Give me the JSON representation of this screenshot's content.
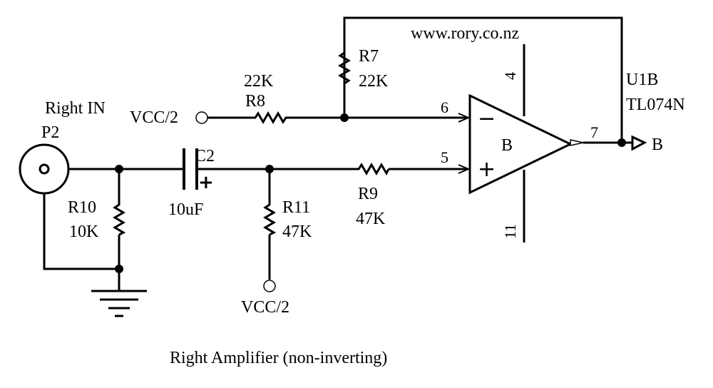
{
  "website": "www.rory.co.nz",
  "caption": "Right Amplifier (non-inverting)",
  "connector": {
    "ref": "P2",
    "label": "Right IN"
  },
  "output": {
    "label": "B",
    "pin": "7"
  },
  "opamp": {
    "ref": "U1B",
    "part": "TL074N",
    "unit": "B",
    "pin_inverting": "6",
    "pin_noninverting": "5",
    "pin_vplus": "4",
    "pin_vminus": "11",
    "minus_symbol": "−",
    "plus_symbol": "+"
  },
  "vcc_labels": {
    "top": "VCC/2",
    "bottom": "VCC/2"
  },
  "components": {
    "R7": {
      "ref": "R7",
      "value": "22K"
    },
    "R8": {
      "ref": "R8",
      "value": "22K"
    },
    "R9": {
      "ref": "R9",
      "value": "47K"
    },
    "R10": {
      "ref": "R10",
      "value": "10K"
    },
    "R11": {
      "ref": "R11",
      "value": "47K"
    },
    "C2": {
      "ref": "C2",
      "value": "10uF",
      "polarity": "+"
    }
  }
}
